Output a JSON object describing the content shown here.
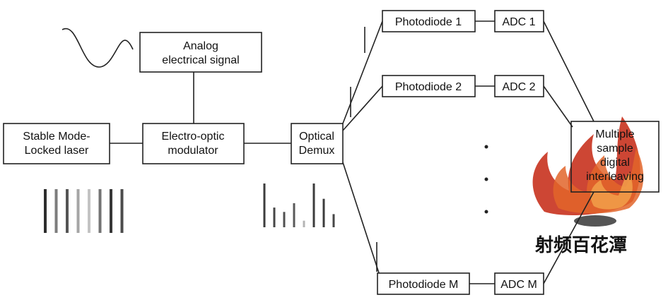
{
  "nodes": {
    "laser": [
      "Stable Mode-",
      "Locked laser"
    ],
    "analog": [
      "Analog",
      "electrical signal"
    ],
    "modulator": [
      "Electro-optic",
      "modulator"
    ],
    "demux": [
      "Optical",
      "Demux"
    ],
    "pd1": [
      "Photodiode 1"
    ],
    "pd2": [
      "Photodiode 2"
    ],
    "pdm": [
      "Photodiode M"
    ],
    "adc1": [
      "ADC 1"
    ],
    "adc2": [
      "ADC 2"
    ],
    "adcm": [
      "ADC M"
    ],
    "interleave": [
      "Multiple",
      "sample",
      "digital",
      "interleaving"
    ]
  },
  "watermark": {
    "text": "射频百花潭",
    "colors": {
      "flame_dark": "#c8321e",
      "flame_mid": "#e2652a",
      "flame_light": "#f2a04a"
    }
  },
  "pulse_train_intensities": [
    0.95,
    0.55,
    0.75,
    0.35,
    0.2,
    0.6,
    0.9,
    0.8
  ],
  "demux_pulse_heights": [
    1.0,
    0.45,
    0.35,
    0.55,
    0.15,
    1.0,
    0.65,
    0.3
  ]
}
